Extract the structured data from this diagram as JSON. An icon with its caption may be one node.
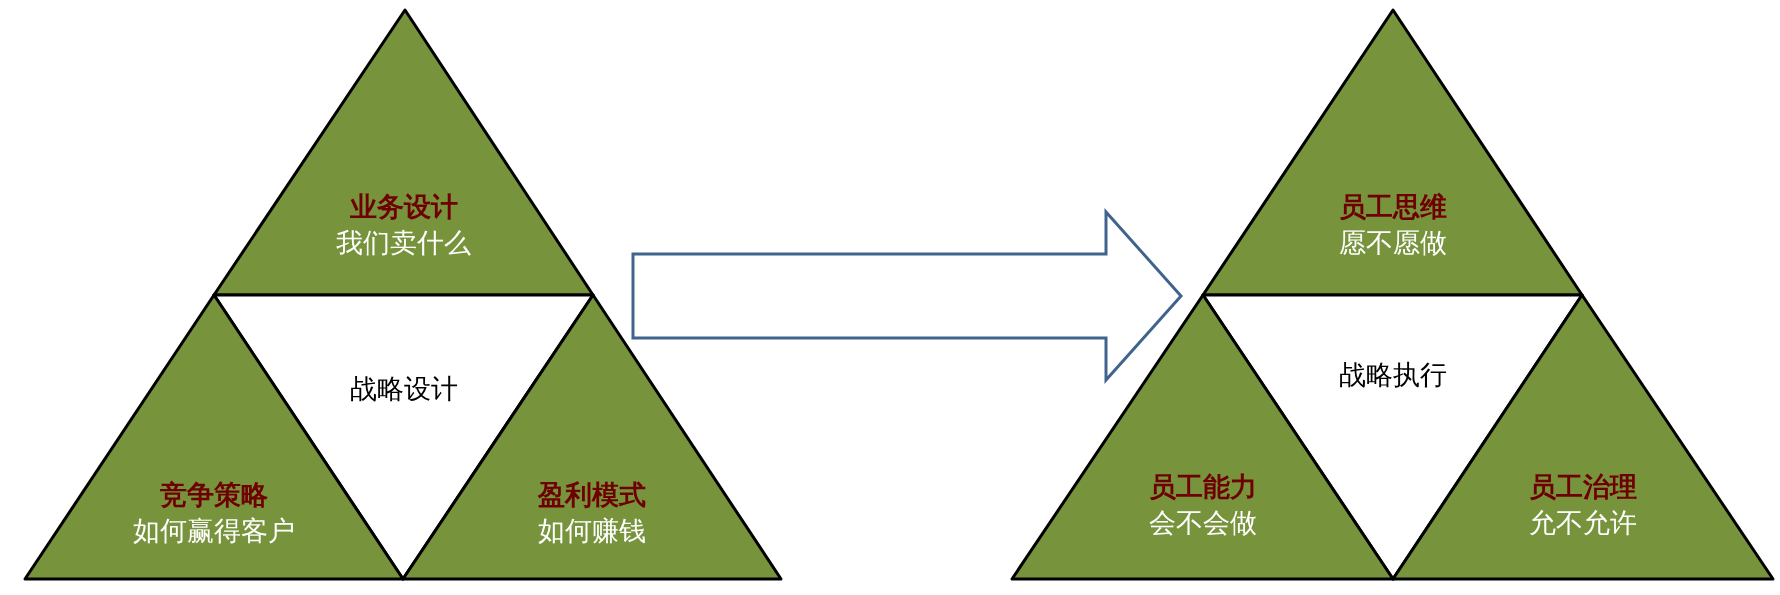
{
  "diagram": {
    "nodes": [
      {
        "text": [
          "业务设计",
          "我们卖什么"
        ]
      },
      {
        "text": [
          "战略设计"
        ]
      },
      {
        "text": [
          "竞争策略",
          "如何赢得客户"
        ]
      },
      {
        "text": [
          "盈利模式",
          "如何赚钱"
        ]
      },
      {
        "text": [
          "员工思维",
          "愿不愿做"
        ]
      },
      {
        "text": [
          "战略执行"
        ]
      },
      {
        "text": [
          "员工能力",
          "会不会做"
        ]
      },
      {
        "text": [
          "员工治理",
          "允不允许"
        ]
      }
    ],
    "edges": [
      {
        "from": 3,
        "to": 6,
        "arrow": "to"
      }
    ]
  }
}
